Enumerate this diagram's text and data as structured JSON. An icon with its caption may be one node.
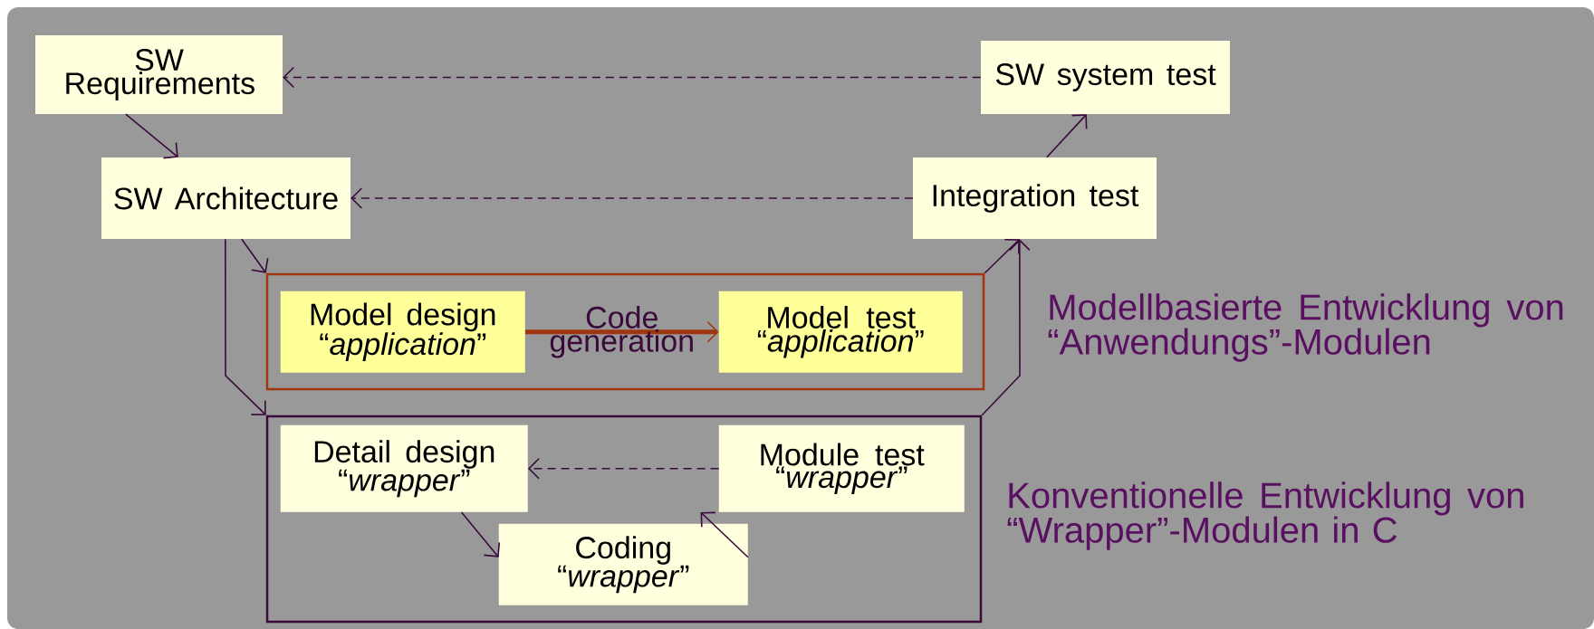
{
  "diagram": {
    "nodes": [
      {
        "text": [
          "SW Requirements"
        ]
      },
      {
        "text": [
          "SW system test"
        ]
      },
      {
        "text": [
          "SW Architecture"
        ]
      },
      {
        "text": [
          "Integration test"
        ]
      },
      {
        "text": [],
        "shape": "box",
        "beside": [
          "Modellbasierte Entwicklung von “Anwendungs”-Modulen"
        ]
      },
      {
        "text": [
          "Model design “*application*”"
        ],
        "in": 4
      },
      {
        "text": [
          "Model test “*application*”"
        ],
        "in": 4
      },
      {
        "text": [],
        "shape": "box",
        "beside": [
          "Konventionelle Entwicklung von “Wrapper”-Modulen in C"
        ]
      },
      {
        "text": [
          "Detail design “*wrapper*”"
        ],
        "in": 7
      },
      {
        "text": [
          "Module test “*wrapper*”"
        ],
        "in": 7
      },
      {
        "text": [
          "Coding “*wrapper*”"
        ],
        "in": 7
      }
    ],
    "edges": [
      {
        "from": 1,
        "to": 0,
        "arrow": "to",
        "style": "dashed"
      },
      {
        "from": 0,
        "to": 2,
        "arrow": "to"
      },
      {
        "from": 3,
        "to": 2,
        "arrow": "to",
        "style": "dashed"
      },
      {
        "from": 3,
        "to": 1,
        "arrow": "to"
      },
      {
        "from": 2,
        "to": 4,
        "arrow": "to"
      },
      {
        "from": 2,
        "to": 7,
        "arrow": "to"
      },
      {
        "from": 4,
        "to": 3,
        "arrow": "to"
      },
      {
        "from": 7,
        "to": 3,
        "arrow": "to"
      },
      {
        "from": 5,
        "to": 6,
        "arrow": "to",
        "label": "Code generation",
        "style": "thick",
        "color": "#a0360f"
      },
      {
        "from": 9,
        "to": 8,
        "arrow": "to",
        "style": "dashed"
      },
      {
        "from": 8,
        "to": 10,
        "arrow": "to"
      },
      {
        "from": 10,
        "to": 9,
        "arrow": "to"
      }
    ]
  }
}
